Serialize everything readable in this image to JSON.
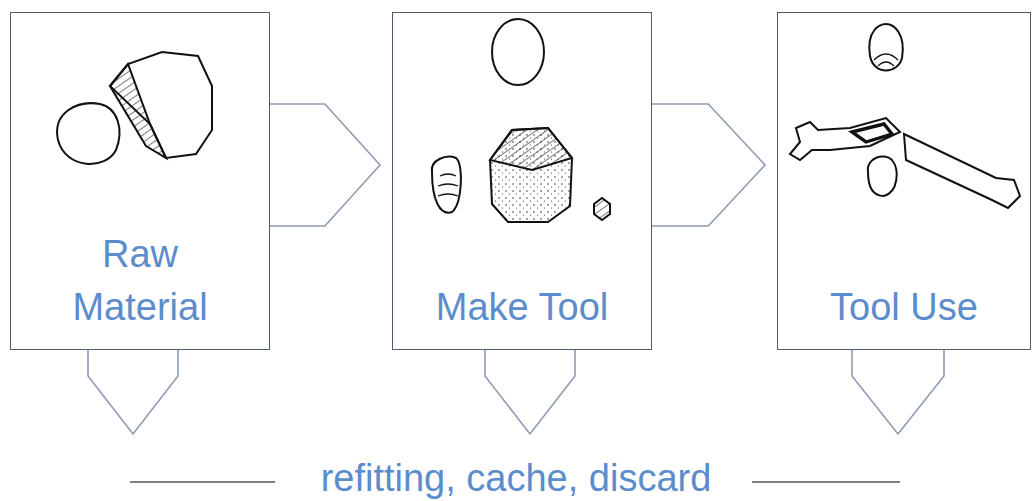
{
  "diagram": {
    "nodes": [
      {
        "text": [
          "Raw Material"
        ]
      },
      {
        "text": [
          "Make Tool"
        ]
      },
      {
        "text": [
          "Tool Use"
        ]
      }
    ],
    "edges": [
      {
        "from": 0,
        "to": 1,
        "arrow": "to"
      },
      {
        "from": 1,
        "to": 2,
        "arrow": "to"
      }
    ],
    "labels": [
      "refitting, cache, discard"
    ]
  }
}
